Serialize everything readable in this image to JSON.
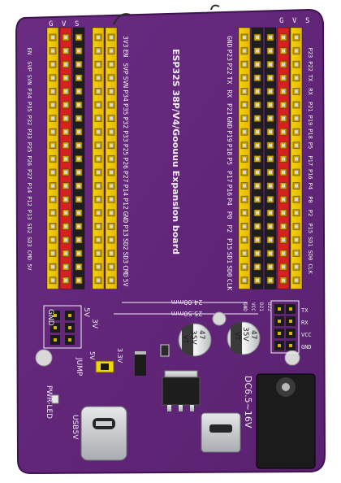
{
  "board": {
    "title": "ESP32S 38P/V4/Goouuu Expansion board",
    "dim_inner": "24.00mm",
    "dim_outer": "25.50mm",
    "dc_label": "DC6.5~16V",
    "usb_label": "USB5V",
    "pwr_led_label": "PWR-LED",
    "jump_label": "JUMP",
    "jump_3v3": "3.3V",
    "jump_5v": "5V",
    "header_5v": "5V",
    "header_3v": "3V",
    "header_gnd": "GND",
    "cap1_value": "47",
    "cap1_voltage": "35V",
    "cap1_tag": "VT",
    "cap2_value": "47",
    "cap2_voltage": "35V",
    "cap2_tag": "VT",
    "uart_top_labels": [
      "D22",
      "D21",
      "VCC",
      "GND"
    ],
    "uart_side_labels": [
      "TX",
      "RX",
      "VCC",
      "GND"
    ]
  },
  "left_pins": [
    "3V3",
    "EN",
    "SVP",
    "SVN",
    "P34",
    "P35",
    "P32",
    "P33",
    "P25",
    "P26",
    "P27",
    "P14",
    "P12",
    "GND",
    "P13",
    "SD2",
    "SD3",
    "CMD",
    "5V"
  ],
  "right_pins": [
    "GND",
    "P23",
    "P22",
    "TX",
    "RX",
    "P21",
    "GND",
    "P19",
    "P18",
    "P5",
    "P17",
    "P16",
    "P4",
    "P0",
    "P2",
    "P15",
    "SD1",
    "SD0",
    "CLK"
  ],
  "outer_left_pins": [
    "EN",
    "SVP",
    "SVN",
    "P34",
    "P35",
    "P32",
    "P33",
    "P25",
    "P26",
    "P27",
    "P14",
    "P12",
    "P13",
    "SD2",
    "SD3",
    "CMD",
    "5V"
  ],
  "outer_right_pins": [
    "P23",
    "P22",
    "TX",
    "RX",
    "P21",
    "P19",
    "P18",
    "P5",
    "P17",
    "P16",
    "P4",
    "P0",
    "P2",
    "P15",
    "SD1",
    "SD0",
    "CLK"
  ],
  "column_headers": [
    "G",
    "V",
    "S"
  ]
}
